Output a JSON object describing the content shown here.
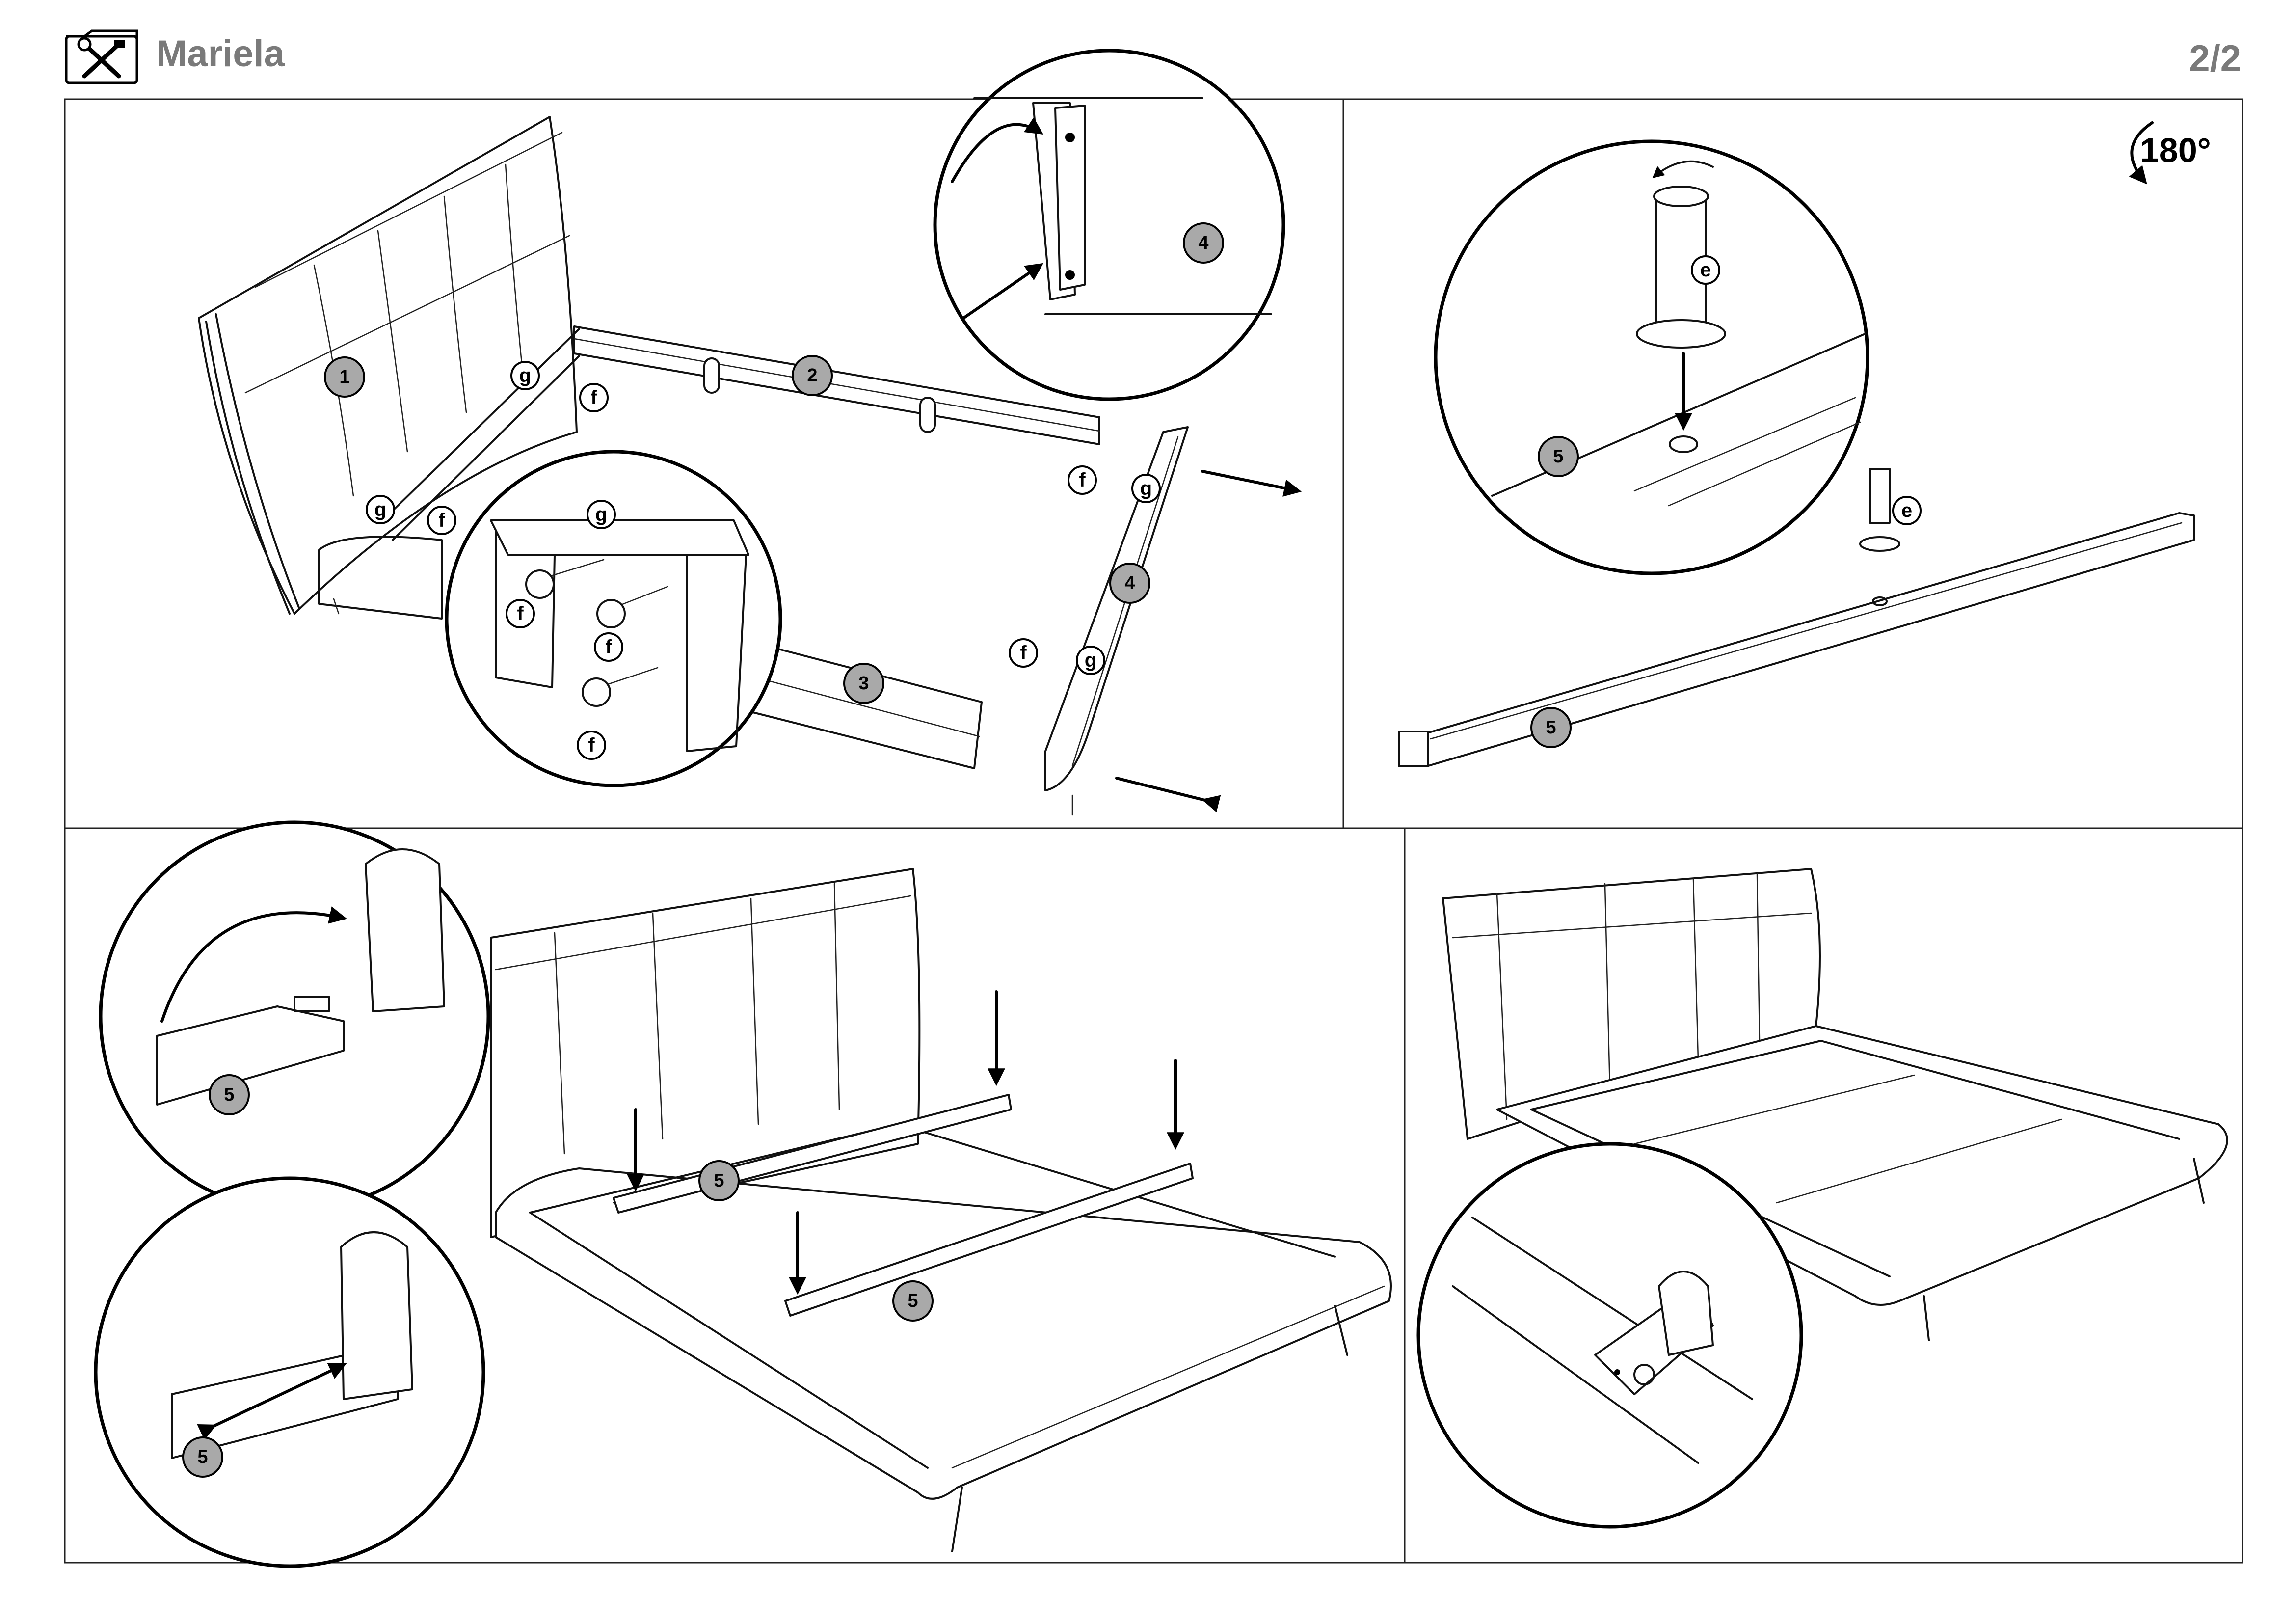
{
  "header": {
    "title": "Mariela",
    "page_number": "2/2",
    "icon": "tools-icon"
  },
  "panels": {
    "p1": {
      "parts": [
        "1",
        "2",
        "3",
        "4",
        "4"
      ],
      "hardware": [
        "g",
        "f",
        "g",
        "f",
        "g",
        "f",
        "g",
        "f",
        "g",
        "f",
        "f",
        "f"
      ]
    },
    "p2": {
      "rotation": "180°",
      "parts": [
        "5",
        "5"
      ],
      "hardware": [
        "e",
        "e"
      ]
    },
    "p3": {
      "parts": [
        "5",
        "5",
        "5",
        "5"
      ]
    }
  },
  "labels": {
    "part_1": "1",
    "part_2": "2",
    "part_3": "3",
    "part_4": "4",
    "part_5": "5",
    "hw_e": "e",
    "hw_f": "f",
    "hw_g": "g"
  },
  "colors": {
    "part_badge": "#a9a9a9",
    "title_gray": "#7a7a7a"
  }
}
